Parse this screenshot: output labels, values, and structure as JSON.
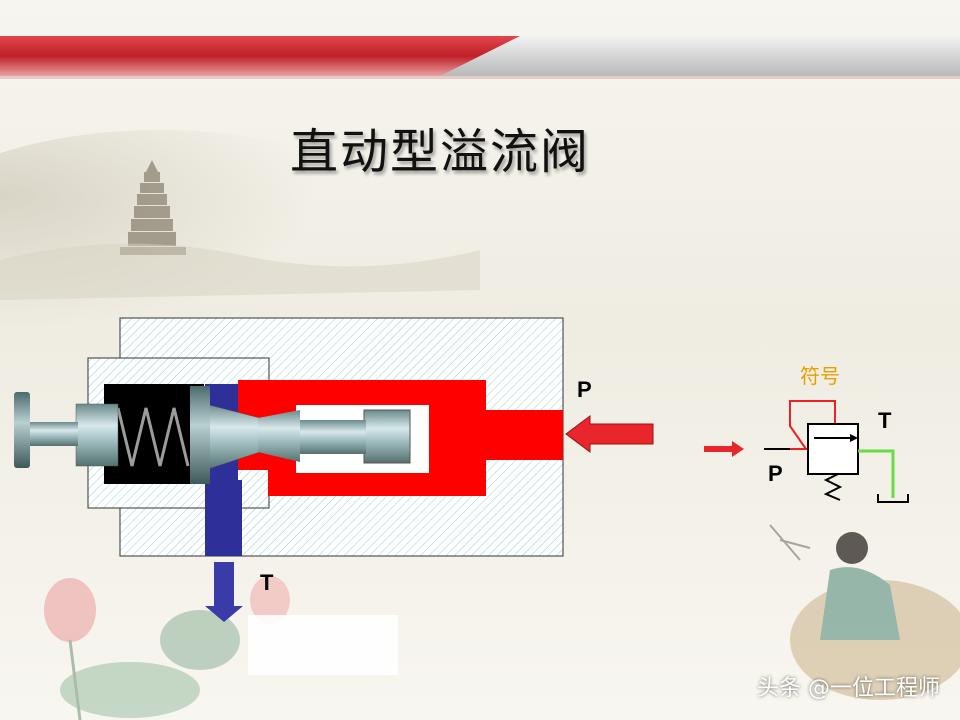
{
  "slide": {
    "title": "直动型溢流阀",
    "port_p_label": "P",
    "port_t_label": "T",
    "symbol": {
      "title": "符号",
      "port_p_label": "P",
      "port_t_label": "T"
    },
    "watermark": "头条 @一位工程师"
  },
  "colors": {
    "pressure_oil": "#ff0000",
    "tank_oil": "#3333a0",
    "return_line": "#66dd44",
    "symbol_title": "#e8a000",
    "header_band": "#c8262c"
  }
}
